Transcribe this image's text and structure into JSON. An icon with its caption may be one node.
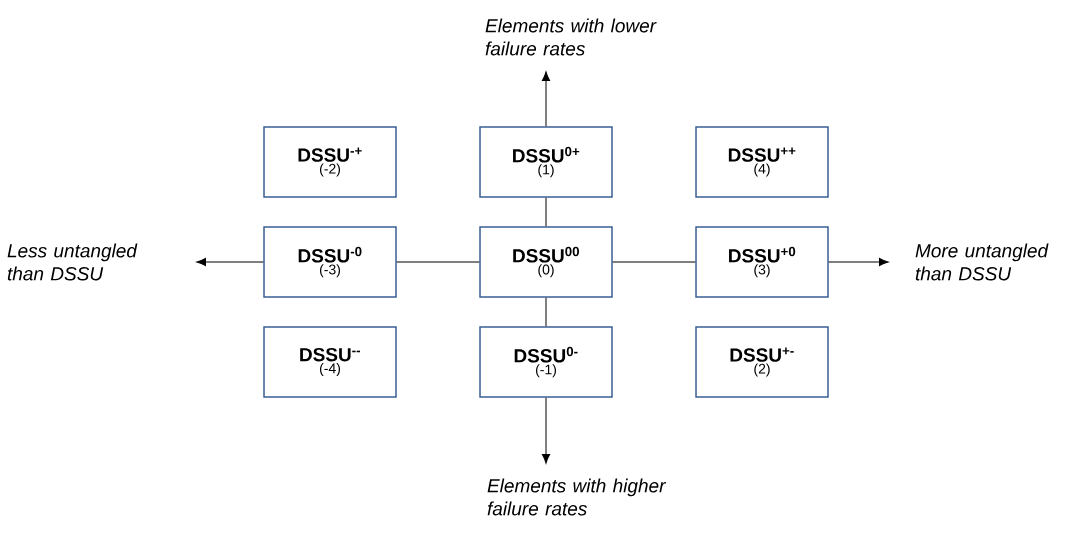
{
  "diagram": {
    "nodes": [
      {
        "text": [
          "DSSU$^{-+}$",
          "(-2)"
        ]
      },
      {
        "text": [
          "DSSU$^{0+}$",
          "(1)"
        ]
      },
      {
        "text": [
          "DSSU$^{++}$",
          "(4)"
        ]
      },
      {
        "text": [
          "DSSU$^{-0}$",
          "(-3)"
        ]
      },
      {
        "text": [
          "DSSU$^{00}$",
          "(0)"
        ]
      },
      {
        "text": [
          "DSSU$^{+0}$",
          "(3)"
        ]
      },
      {
        "text": [
          "DSSU$^{--}$",
          "(-4)"
        ]
      },
      {
        "text": [
          "DSSU$^{0-}$",
          "(-1)"
        ]
      },
      {
        "text": [
          "DSSU$^{+-}$",
          "(2)"
        ]
      },
      {
        "text": [
          "Elements with lower failure rates"
        ]
      },
      {
        "text": [
          "Less untangled than DSSU"
        ]
      },
      {
        "text": [
          "More untangled than DSSU"
        ]
      },
      {
        "text": [
          "Elements with higher failure rates"
        ]
      }
    ],
    "edges": [
      {
        "from": 4,
        "to": 1,
        "arrow": "none"
      },
      {
        "from": 1,
        "to": 9,
        "arrow": "to"
      },
      {
        "from": 4,
        "to": 3,
        "arrow": "none"
      },
      {
        "from": 3,
        "to": 10,
        "arrow": "to"
      },
      {
        "from": 4,
        "to": 5,
        "arrow": "none"
      },
      {
        "from": 5,
        "to": 11,
        "arrow": "to"
      },
      {
        "from": 4,
        "to": 7,
        "arrow": "none"
      },
      {
        "from": 7,
        "to": 12,
        "arrow": "to"
      }
    ]
  }
}
